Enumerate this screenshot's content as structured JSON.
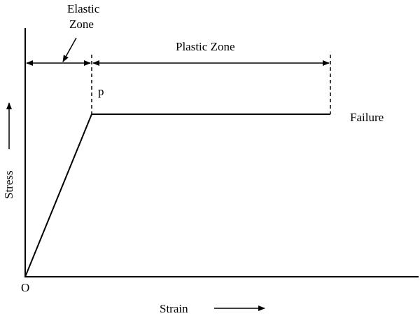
{
  "labels": {
    "elastic_line1": "Elastic",
    "elastic_line2": "Zone",
    "plastic_zone": "Plastic Zone",
    "point_p": "p",
    "failure": "Failure",
    "origin": "O",
    "y_axis": "Stress",
    "x_axis": "Strain"
  },
  "colors": {
    "ink": "#000000",
    "background": "#ffffff"
  }
}
